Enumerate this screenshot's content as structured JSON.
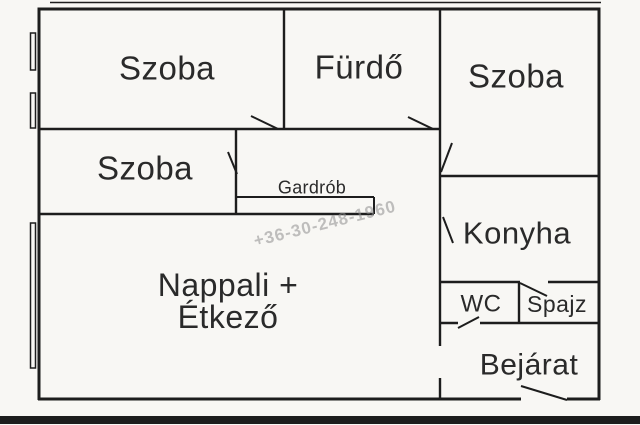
{
  "rooms": {
    "szoba_top_left": {
      "label": "Szoba"
    },
    "furdo": {
      "label": "Fürdő"
    },
    "szoba_top_right": {
      "label": "Szoba"
    },
    "szoba_middle": {
      "label": "Szoba"
    },
    "gardrob": {
      "label": "Gardrób"
    },
    "nappali_etkezo": {
      "label_line1": "Nappali +",
      "label_line2": "Étkező"
    },
    "konyha": {
      "label": "Konyha"
    },
    "wc": {
      "label": "WC"
    },
    "spajz": {
      "label": "Spajz"
    },
    "bejarat": {
      "label": "Bejárat"
    }
  },
  "watermark": {
    "text": "+36-30-248-1960"
  },
  "colors": {
    "wall": "#1d1d1d",
    "ink": "#2a2a2a",
    "background": "#f8f7f4",
    "watermark": "#8f8f8f"
  }
}
